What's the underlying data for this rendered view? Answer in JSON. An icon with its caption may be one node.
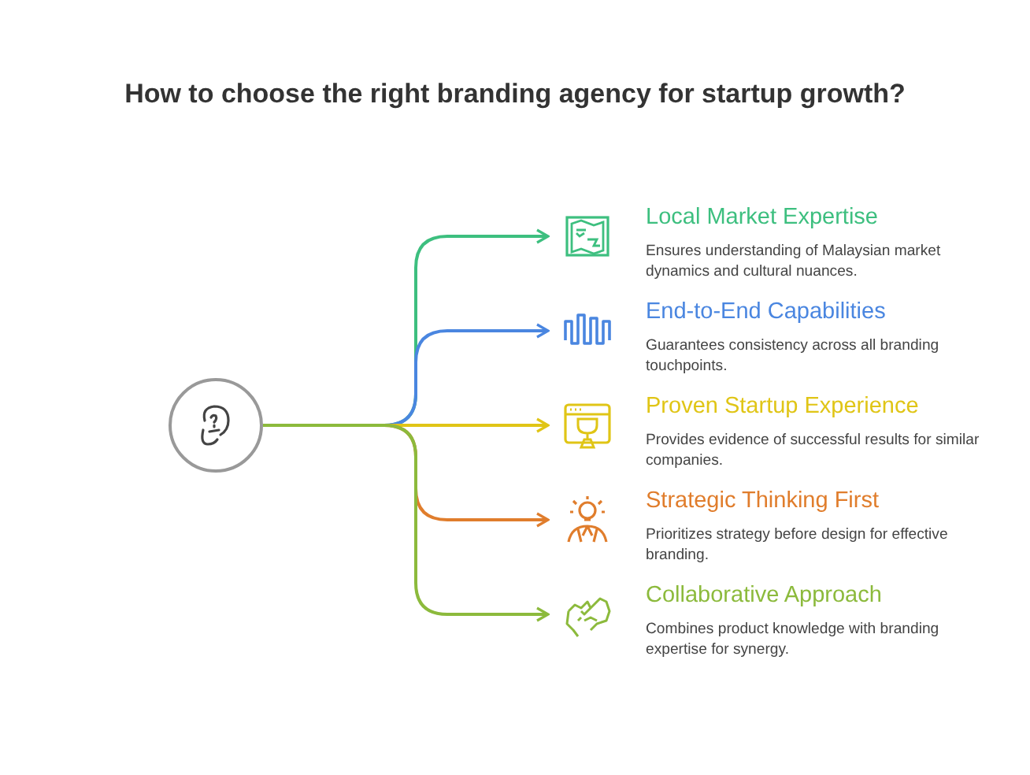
{
  "diagram": {
    "title": "How to choose the right branding agency for startup growth?",
    "nodes": [
      {
        "text": [],
        "shape": "circle"
      },
      {
        "text": [
          "Local Market Expertise",
          "Ensures understanding of Malaysian market dynamics and cultural nuances."
        ]
      },
      {
        "text": [
          "End-to-End Capabilities",
          "Guarantees consistency across all branding touchpoints."
        ]
      },
      {
        "text": [
          "Proven Startup Experience",
          "Provides evidence of successful results for similar companies."
        ]
      },
      {
        "text": [
          "Strategic Thinking First",
          "Prioritizes strategy before design for effective branding."
        ]
      },
      {
        "text": [
          "Collaborative Approach",
          "Combines product knowledge with branding expertise for synergy."
        ]
      }
    ],
    "edges": [
      {
        "from": 0,
        "to": 1,
        "arrow": "to",
        "color": "#3dbf7f"
      },
      {
        "from": 0,
        "to": 2,
        "arrow": "to",
        "color": "#4a86e0"
      },
      {
        "from": 0,
        "to": 3,
        "arrow": "to",
        "color": "#e0c516"
      },
      {
        "from": 0,
        "to": 4,
        "arrow": "to",
        "color": "#e07d2c"
      },
      {
        "from": 0,
        "to": 5,
        "arrow": "to",
        "color": "#8cba3c"
      }
    ]
  }
}
